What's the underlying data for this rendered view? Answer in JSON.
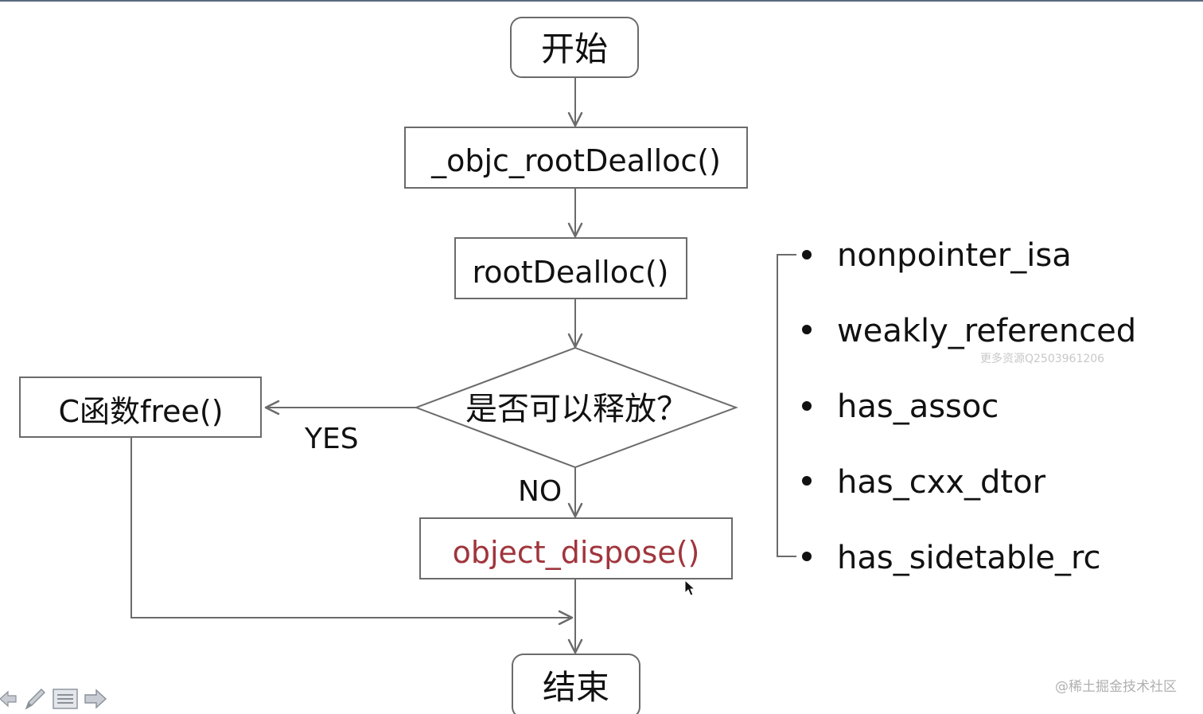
{
  "nodes": {
    "start": "开始",
    "objc_root_dealloc": "_objc_rootDealloc()",
    "root_dealloc": "rootDealloc()",
    "decision": "是否可以释放？",
    "c_free": "C函数free()",
    "object_dispose": "object_dispose()",
    "end": "结束"
  },
  "edge_labels": {
    "yes": "YES",
    "no": "NO"
  },
  "conditions": [
    "nonpointer_isa",
    "weakly_referenced",
    "has_assoc",
    "has_cxx_dtor",
    "has_sidetable_rc"
  ],
  "watermark": "更多资源Q2503961206",
  "credit": "@稀土掘金技术社区",
  "colors": {
    "stroke": "#6b6b6b",
    "text": "#111111",
    "highlight_text": "#a0353c"
  },
  "toolbar_icons": [
    "back-arrow-icon",
    "pen-icon",
    "menu-icon",
    "forward-arrow-icon"
  ]
}
